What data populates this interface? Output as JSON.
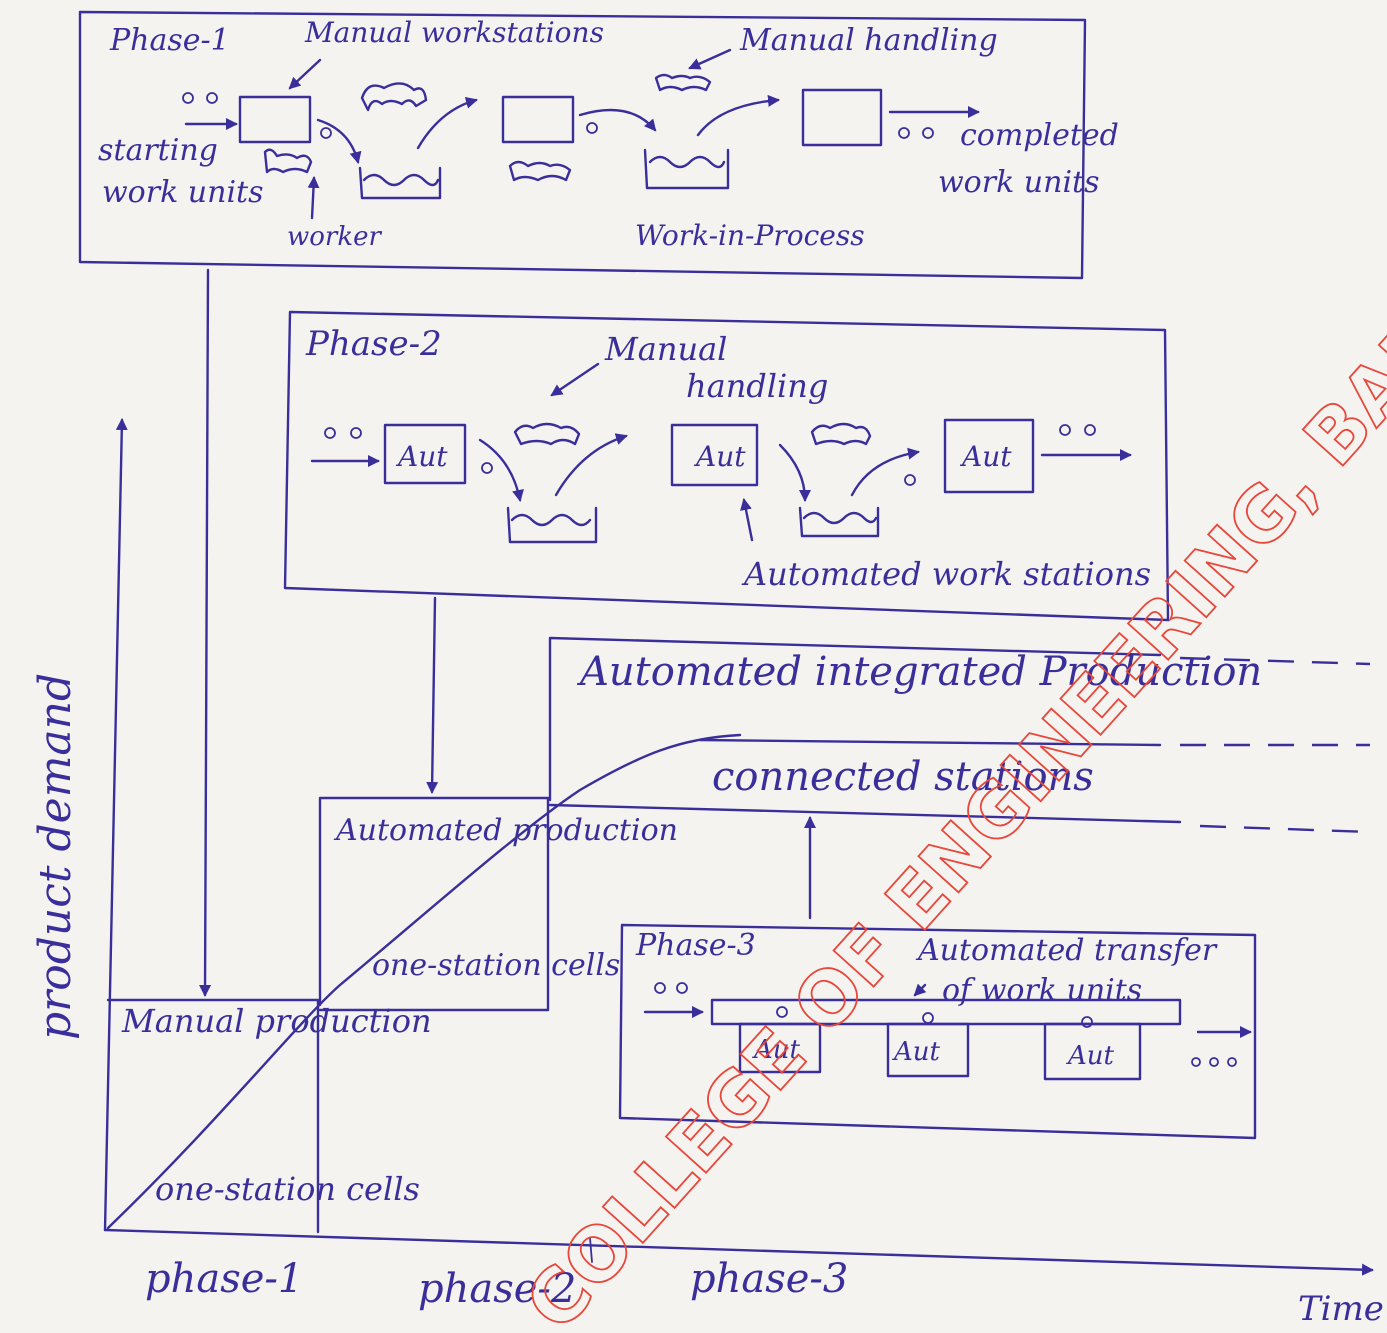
{
  "axes": {
    "y_label": "product demand",
    "x_label": "Time",
    "x_phases": [
      "phase-1",
      "phase-2",
      "phase-3"
    ]
  },
  "stages": {
    "manual": {
      "title": "Manual production",
      "subtitle": "one-station cells"
    },
    "automated": {
      "title": "Automated production",
      "subtitle": "one-station cells"
    },
    "integrated": {
      "title": "Automated integrated Production",
      "subtitle": "connected stations"
    }
  },
  "phase1": {
    "title": "Phase-1",
    "labels": {
      "manual_workstations": "Manual workstations",
      "manual_handling": "Manual handling",
      "starting": "starting",
      "work_units": "work units",
      "worker": "worker",
      "wip": "Work-in-Process",
      "completed": "completed",
      "completed_units": "work units"
    }
  },
  "phase2": {
    "title": "Phase-2",
    "labels": {
      "manual": "Manual",
      "handling": "handling",
      "automated_stations": "Automated work stations"
    },
    "station_label": "Aut"
  },
  "phase3": {
    "title": "Phase-3",
    "labels": {
      "transfer": "Automated transfer",
      "of_work_units": "of work units"
    },
    "station_label": "Aut"
  },
  "watermark": "COLLEGE OF ENGINEERING, BALASORE",
  "colors": {
    "ink": "#3a2f9a",
    "watermark": "#e8473a",
    "paper": "#f4f3f0"
  }
}
